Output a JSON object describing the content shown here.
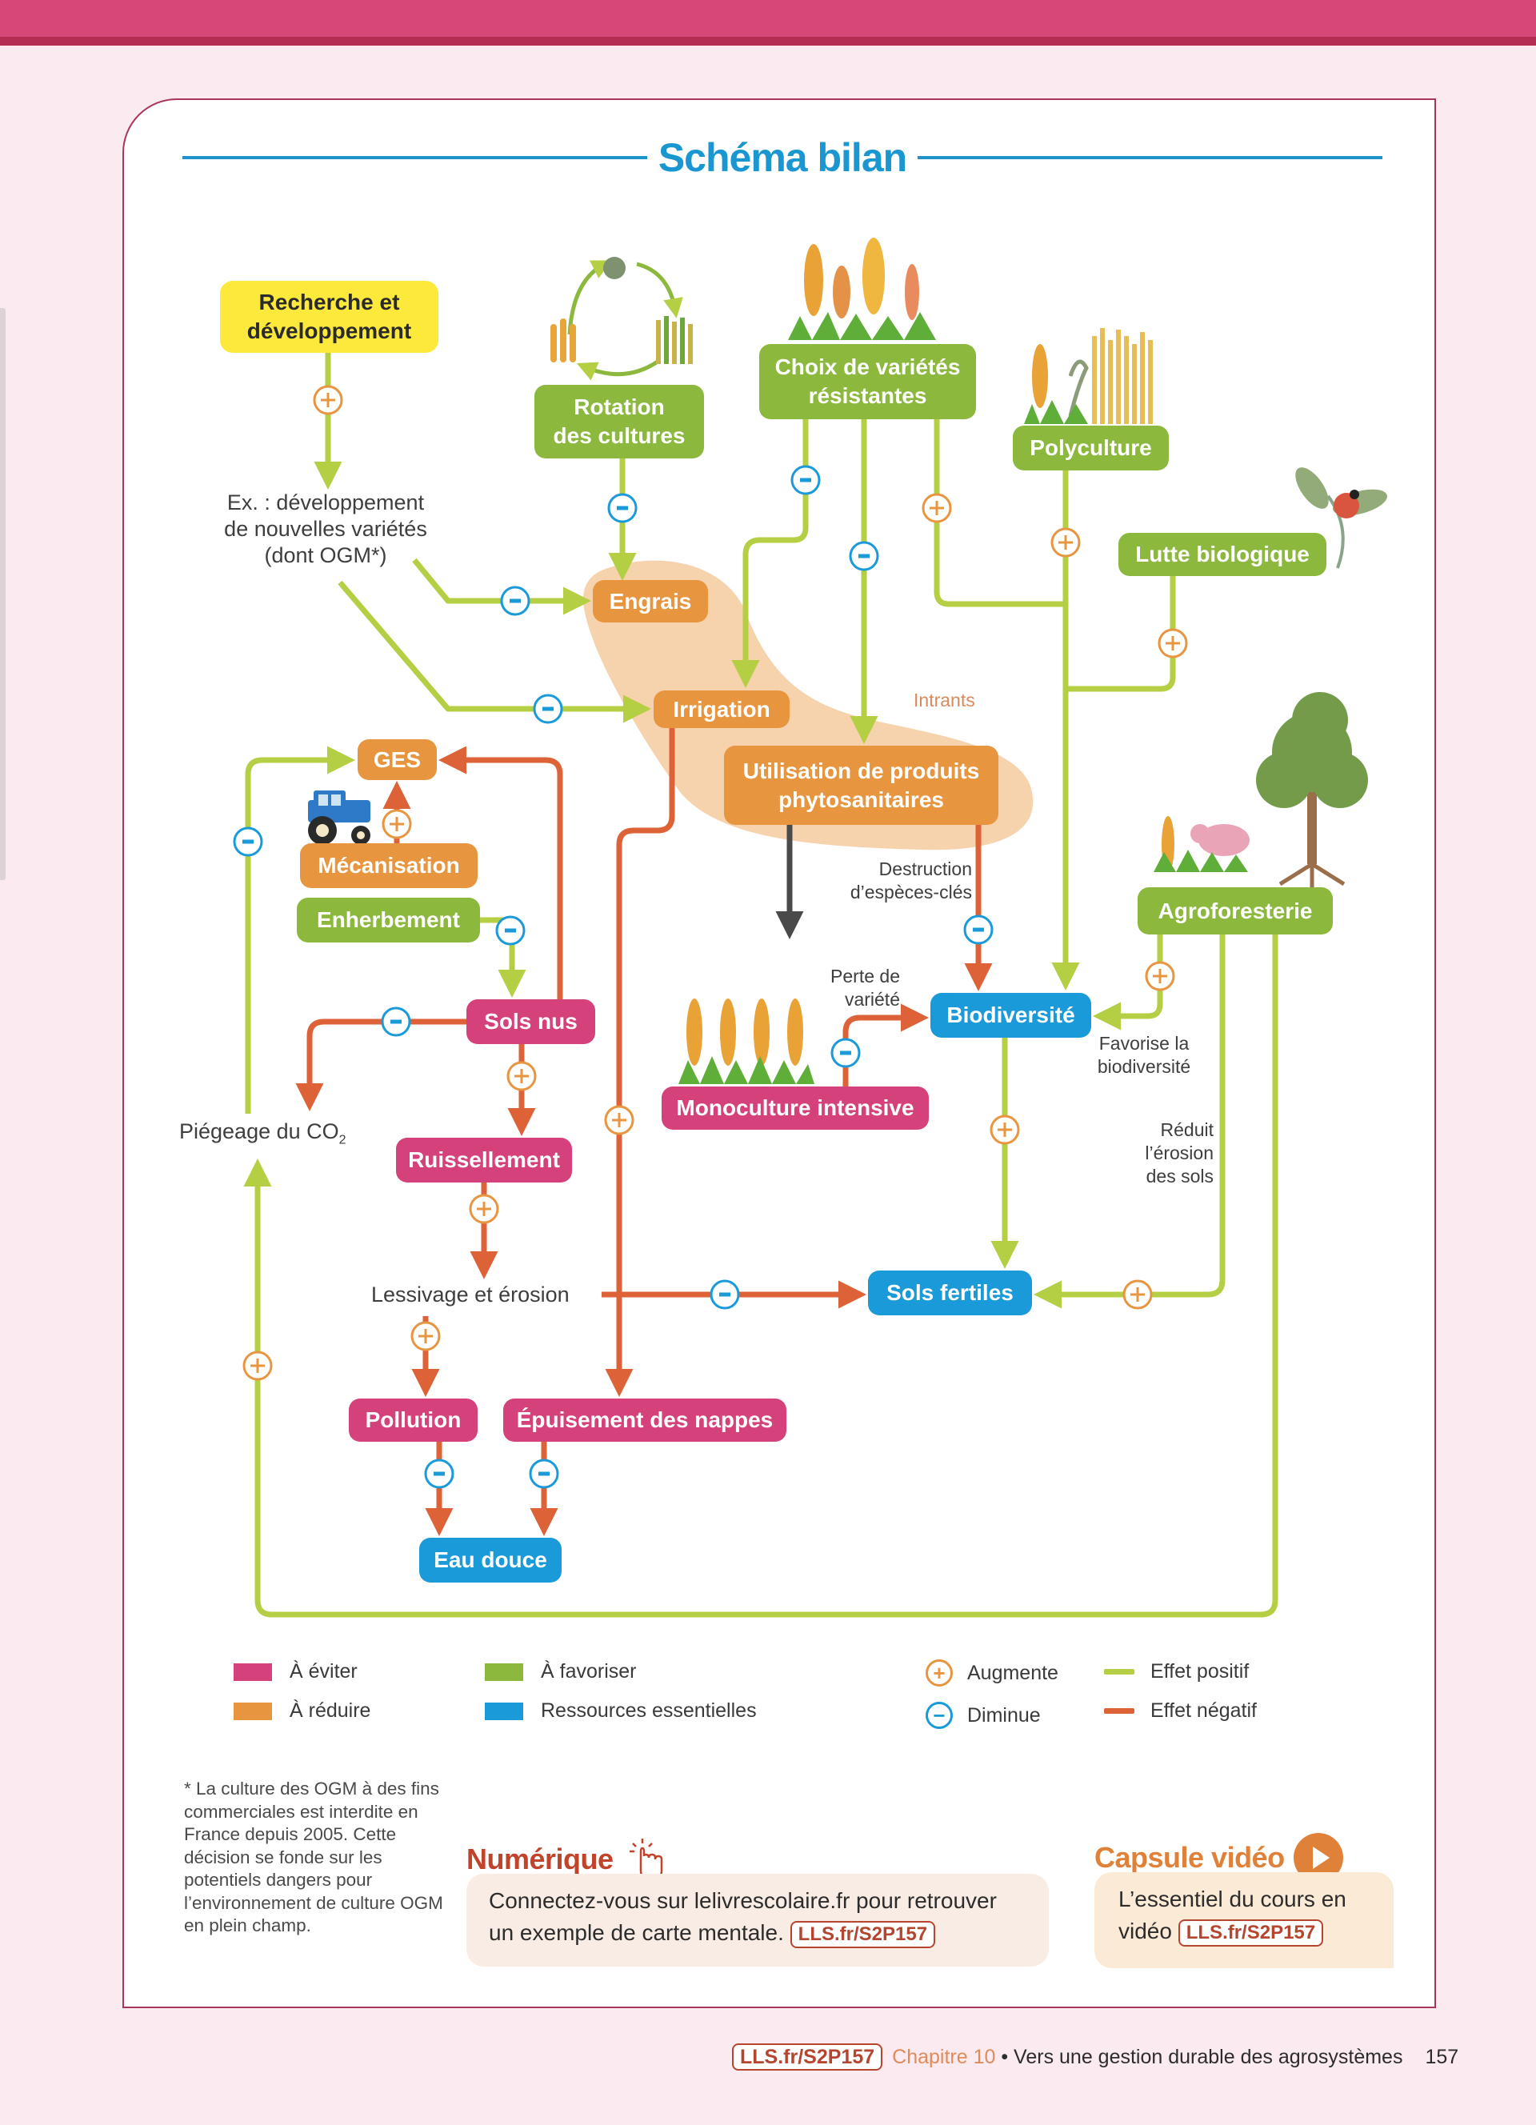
{
  "page": {
    "title": "Schéma bilan",
    "footer": {
      "link": "LLS.fr/S2P157",
      "chapter": "Chapitre 10",
      "separator": " • ",
      "chapter_title": "Vers une gestion durable des agrosystèmes",
      "page_number": "157"
    }
  },
  "colors": {
    "a_eviter": "#d5417a",
    "a_reduire": "#e8953f",
    "a_favoriser": "#8cb83e",
    "ressources_essentielles": "#1a9ad9",
    "effet_positif": "#b5cf45",
    "effet_negatif": "#de6238",
    "augmente": "#e8953f",
    "diminue": "#1a9ad9",
    "intrants_zone": "#f6d2ad"
  },
  "nodes": {
    "recherche": {
      "label": "Recherche et\ndéveloppement",
      "category": "other"
    },
    "rotation": {
      "label": "Rotation\ndes cultures",
      "category": "a_favoriser"
    },
    "choix": {
      "label": "Choix de variétés\nrésistantes",
      "category": "a_favoriser"
    },
    "polyculture": {
      "label": "Polyculture",
      "category": "a_favoriser"
    },
    "lutte": {
      "label": "Lutte biologique",
      "category": "a_favoriser"
    },
    "engrais": {
      "label": "Engrais",
      "category": "a_reduire"
    },
    "irrigation": {
      "label": "Irrigation",
      "category": "a_reduire"
    },
    "utilisation": {
      "label": "Utilisation de produits\nphytosanitaires",
      "category": "a_reduire"
    },
    "ges": {
      "label": "GES",
      "category": "a_reduire"
    },
    "mecanisation": {
      "label": "Mécanisation",
      "category": "a_reduire"
    },
    "enherbement": {
      "label": "Enherbement",
      "category": "a_favoriser"
    },
    "sols_nus": {
      "label": "Sols nus",
      "category": "a_eviter"
    },
    "ruissellement": {
      "label": "Ruissellement",
      "category": "a_eviter"
    },
    "monoculture": {
      "label": "Monoculture intensive",
      "category": "a_eviter"
    },
    "biodiversite": {
      "label": "Biodiversité",
      "category": "ressources_essentielles"
    },
    "agroforesterie": {
      "label": "Agroforesterie",
      "category": "a_favoriser"
    },
    "sols_fertiles": {
      "label": "Sols fertiles",
      "category": "ressources_essentielles"
    },
    "pollution": {
      "label": "Pollution",
      "category": "a_eviter"
    },
    "epuisement": {
      "label": "Épuisement des nappes",
      "category": "a_eviter"
    },
    "eau_douce": {
      "label": "Eau douce",
      "category": "ressources_essentielles"
    }
  },
  "labels": {
    "ex_dev": "Ex. : développement\nde nouvelles variétés\n(dont OGM*)",
    "intrants": "Intrants",
    "destruction": "Destruction\nd’espèces-clés",
    "perte": "Perte de\nvariété",
    "favorise": "Favorise la\nbiodiversité",
    "reduit": "Réduit\nl’érosion\ndes sols",
    "piegeage": "Piégeage du CO",
    "piegeage_sub": "2",
    "lessivage": "Lessivage et érosion"
  },
  "edges": [
    {
      "from": "recherche",
      "to": "ex_dev",
      "sign": "+",
      "effect": "positive"
    },
    {
      "from": "rotation",
      "to": "engrais",
      "sign": "-",
      "effect": "positive"
    },
    {
      "from": "ex_dev",
      "to": "engrais",
      "sign": "-",
      "effect": "positive"
    },
    {
      "from": "ex_dev",
      "to": "irrigation",
      "sign": "-",
      "effect": "positive"
    },
    {
      "from": "choix",
      "to": "irrigation",
      "sign": "-",
      "effect": "positive"
    },
    {
      "from": "choix",
      "to": "utilisation",
      "sign": "-",
      "effect": "positive"
    },
    {
      "from": "choix",
      "to": "biodiversite",
      "sign": "+",
      "effect": "positive"
    },
    {
      "from": "polyculture",
      "to": "biodiversite",
      "sign": "+",
      "effect": "positive"
    },
    {
      "from": "lutte",
      "to": "biodiversite",
      "sign": "+",
      "effect": "positive"
    },
    {
      "from": "mecanisation",
      "to": "ges",
      "sign": "+",
      "effect": "negative"
    },
    {
      "from": "piegeage",
      "to": "ges",
      "sign": "-",
      "effect": "positive"
    },
    {
      "from": "sols_nus",
      "to": "ges",
      "sign": "",
      "effect": "negative"
    },
    {
      "from": "enherbement",
      "to": "sols_nus",
      "sign": "-",
      "effect": "positive"
    },
    {
      "from": "sols_nus",
      "to": "piegeage",
      "sign": "-",
      "effect": "negative"
    },
    {
      "from": "sols_nus",
      "to": "ruissellement",
      "sign": "+",
      "effect": "negative"
    },
    {
      "from": "irrigation",
      "to": "epuisement",
      "sign": "+",
      "effect": "negative"
    },
    {
      "from": "utilisation",
      "to": "unknown",
      "sign": "",
      "effect": "neutral"
    },
    {
      "from": "utilisation",
      "to": "biodiversite",
      "sign": "-",
      "effect": "negative",
      "label": "destruction"
    },
    {
      "from": "monoculture",
      "to": "biodiversite",
      "sign": "-",
      "effect": "negative",
      "label": "perte"
    },
    {
      "from": "agroforesterie",
      "to": "biodiversite",
      "sign": "+",
      "effect": "positive",
      "label": "favorise"
    },
    {
      "from": "biodiversite",
      "to": "sols_fertiles",
      "sign": "+",
      "effect": "positive"
    },
    {
      "from": "agroforesterie",
      "to": "sols_fertiles",
      "sign": "+",
      "effect": "positive",
      "label": "reduit"
    },
    {
      "from": "ruissellement",
      "to": "lessivage",
      "sign": "+",
      "effect": "negative"
    },
    {
      "from": "lessivage",
      "to": "sols_fertiles",
      "sign": "-",
      "effect": "negative"
    },
    {
      "from": "lessivage",
      "to": "pollution",
      "sign": "+",
      "effect": "negative"
    },
    {
      "from": "pollution",
      "to": "eau_douce",
      "sign": "-",
      "effect": "negative"
    },
    {
      "from": "epuisement",
      "to": "eau_douce",
      "sign": "-",
      "effect": "negative"
    },
    {
      "from": "agroforesterie",
      "to": "piegeage",
      "sign": "+",
      "effect": "positive"
    }
  ],
  "legend": {
    "a_eviter": "À éviter",
    "a_reduire": "À réduire",
    "a_favoriser": "À favoriser",
    "ressources": "Ressources essentielles",
    "augmente": "Augmente",
    "diminue": "Diminue",
    "effet_positif": "Effet positif",
    "effet_negatif": "Effet négatif",
    "plus_glyph": "+",
    "minus_glyph": "−"
  },
  "footnote": "* La culture des OGM à des fins commerciales est interdite en France depuis 2005. Cette décision se fonde sur les potentiels dangers pour l’environnement de culture OGM en plein champ.",
  "numerique": {
    "title": "Numérique",
    "icon": "pointer-hand-icon",
    "text": "Connectez-vous sur lelivrescolaire.fr pour retrouver un exemple de carte mentale.",
    "link": "LLS.fr/S2P157"
  },
  "capsule": {
    "title": "Capsule vidéo",
    "icon": "play-icon",
    "text": "L’essentiel du cours en vidéo",
    "link": "LLS.fr/S2P157"
  }
}
